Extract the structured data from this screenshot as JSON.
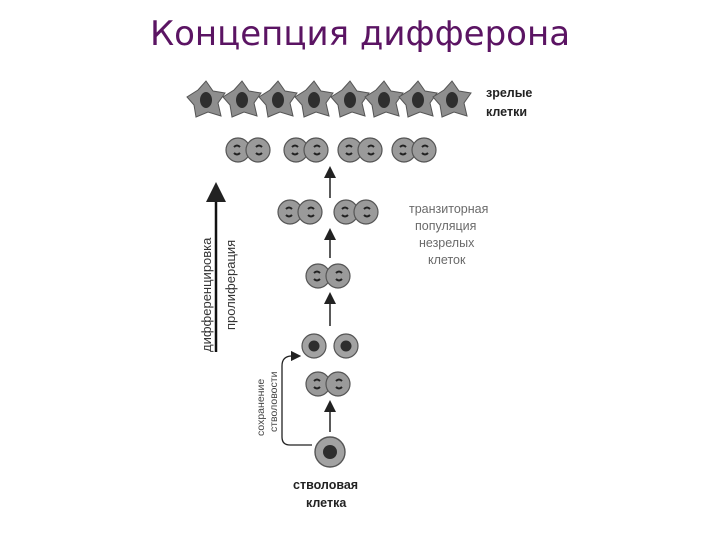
{
  "title": "Концепция дифферона",
  "labels": {
    "mature_line1": "зрелые",
    "mature_line2": "клетки",
    "transit_line1": "транзиторная",
    "transit_line2": "популяция",
    "transit_line3": "незрелых",
    "transit_line4": "клеток",
    "stem_line1": "стволовая",
    "stem_line2": "клетка",
    "axis_differentiation": "дифференцировка",
    "axis_proliferation": "пролиферация",
    "self_renewal_line1": "сохранение",
    "self_renewal_line2": "стволовости"
  },
  "colors": {
    "title": "#5b1463",
    "cell_fill": "#9a9a9a",
    "nucleus": "#2e2e2e",
    "arrow": "#222222"
  }
}
